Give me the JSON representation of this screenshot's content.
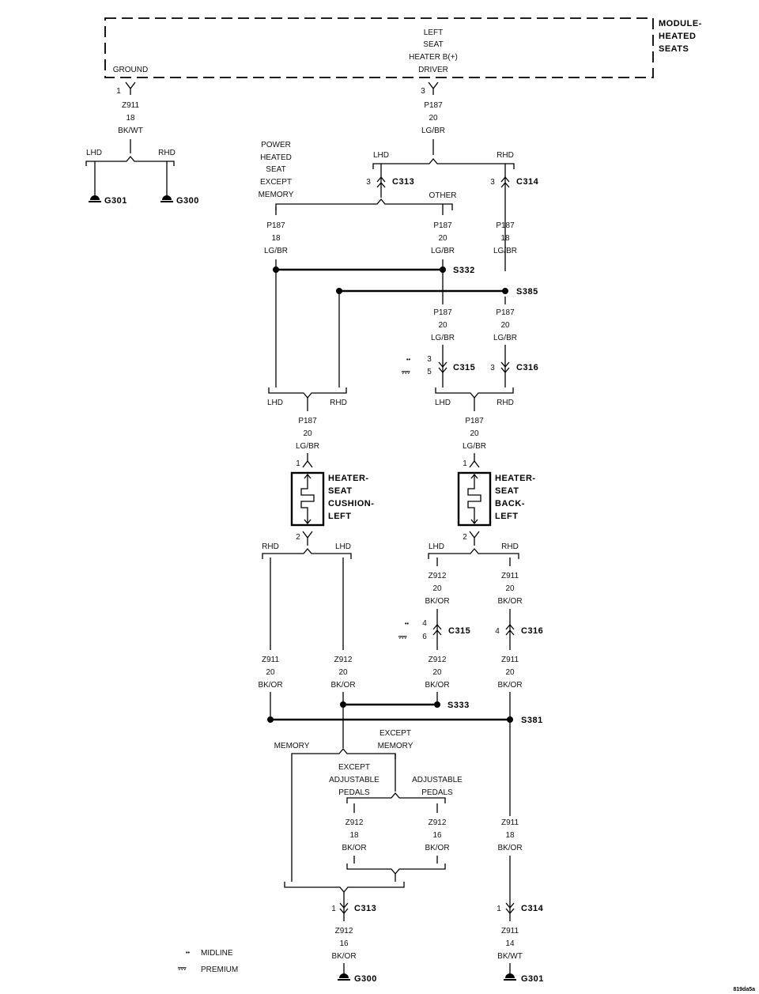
{
  "module": {
    "name_lines": [
      "MODULE-",
      "HEATED",
      "SEATS"
    ],
    "ground": "GROUND",
    "driver_lines": [
      "LEFT",
      "SEAT",
      "HEATER B(+)",
      "DRIVER"
    ]
  },
  "pins": {
    "ground": "1",
    "driver": "3",
    "c313_top": "3",
    "c314_top": "3",
    "c315_top_mid": "3",
    "c315_top_prem": "5",
    "c316_top": "3",
    "cushion_in": "1",
    "cushion_out": "2",
    "back_in": "1",
    "back_out": "2",
    "c315_bot_mid": "4",
    "c315_bot_prem": "6",
    "c316_bot": "4",
    "c313_bot": "1",
    "c314_bot": "1"
  },
  "wires": {
    "z911_gnd": [
      "Z911",
      "18",
      "BK/WT"
    ],
    "p187_mod": [
      "P187",
      "20",
      "LG/BR"
    ],
    "p187_power": [
      "P187",
      "18",
      "LG/BR"
    ],
    "p187_other": [
      "P187",
      "20",
      "LG/BR"
    ],
    "p187_c314": [
      "P187",
      "18",
      "LG/BR"
    ],
    "p187_s332": [
      "P187",
      "20",
      "LG/BR"
    ],
    "p187_s385": [
      "P187",
      "20",
      "LG/BR"
    ],
    "p187_cushion": [
      "P187",
      "20",
      "LG/BR"
    ],
    "p187_back": [
      "P187",
      "20",
      "LG/BR"
    ],
    "z912_back_lhd": [
      "Z912",
      "20",
      "BK/OR"
    ],
    "z911_back_rhd": [
      "Z911",
      "20",
      "BK/OR"
    ],
    "z911_cush_rhd": [
      "Z911",
      "20",
      "BK/OR"
    ],
    "z912_cush_lhd": [
      "Z912",
      "20",
      "BK/OR"
    ],
    "z912_c315": [
      "Z912",
      "20",
      "BK/OR"
    ],
    "z911_c316": [
      "Z911",
      "20",
      "BK/OR"
    ],
    "z912_except_ped": [
      "Z912",
      "18",
      "BK/OR"
    ],
    "z912_adj_ped": [
      "Z912",
      "16",
      "BK/OR"
    ],
    "z911_s381": [
      "Z911",
      "18",
      "BK/OR"
    ],
    "z912_g300": [
      "Z912",
      "16",
      "BK/OR"
    ],
    "z911_g301": [
      "Z911",
      "14",
      "BK/WT"
    ]
  },
  "labels": {
    "lhd": "LHD",
    "rhd": "RHD",
    "other": "OTHER",
    "memory": "MEMORY",
    "power_lines": [
      "POWER",
      "HEATED",
      "SEAT",
      "EXCEPT",
      "MEMORY"
    ],
    "except_memory_lines": [
      "EXCEPT",
      "MEMORY"
    ],
    "except_pedals_lines": [
      "EXCEPT",
      "ADJUSTABLE",
      "PEDALS"
    ],
    "adj_pedals_lines": [
      "ADJUSTABLE",
      "PEDALS"
    ]
  },
  "connectors": {
    "c313": "C313",
    "c314": "C314",
    "c315": "C315",
    "c316": "C316"
  },
  "splices": {
    "s332": "S332",
    "s385": "S385",
    "s333": "S333",
    "s381": "S381"
  },
  "grounds": {
    "g300": "G300",
    "g301": "G301"
  },
  "components": {
    "cushion_lines": [
      "HEATER-",
      "SEAT",
      "CUSHION-",
      "LEFT"
    ],
    "back_lines": [
      "HEATER-",
      "SEAT",
      "BACK-",
      "LEFT"
    ]
  },
  "legend": {
    "midline_sym": "••",
    "midline": "MIDLINE",
    "premium_sym": "▿▿▿",
    "premium": "PREMIUM"
  },
  "figure_code": "819da5a"
}
